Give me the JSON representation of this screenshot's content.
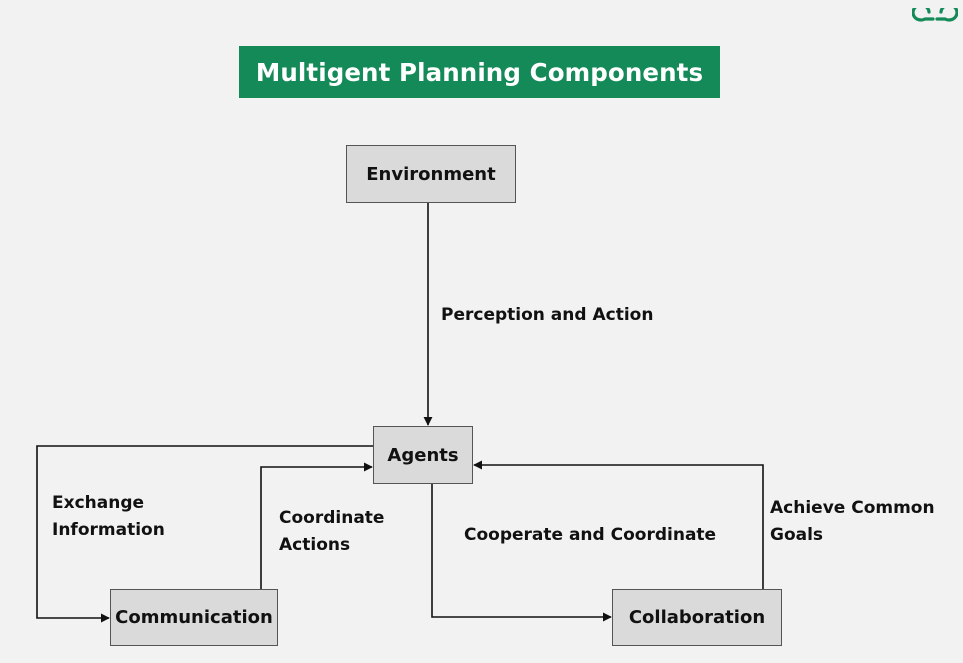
{
  "title": "Multigent Planning Components",
  "brand": {
    "logo_icon": "geeksforgeeks-logo-icon",
    "accent_color": "#138a57"
  },
  "nodes": {
    "environment": "Environment",
    "agents": "Agents",
    "communication": "Communication",
    "collaboration": "Collaboration"
  },
  "edges": {
    "perception": "Perception and Action",
    "exchange_line1": "Exchange",
    "exchange_line2": "Information",
    "coordinate_line1": "Coordinate",
    "coordinate_line2": "Actions",
    "cooperate": "Cooperate and Coordinate",
    "achieve_line1": "Achieve Common",
    "achieve_line2": "Goals"
  }
}
